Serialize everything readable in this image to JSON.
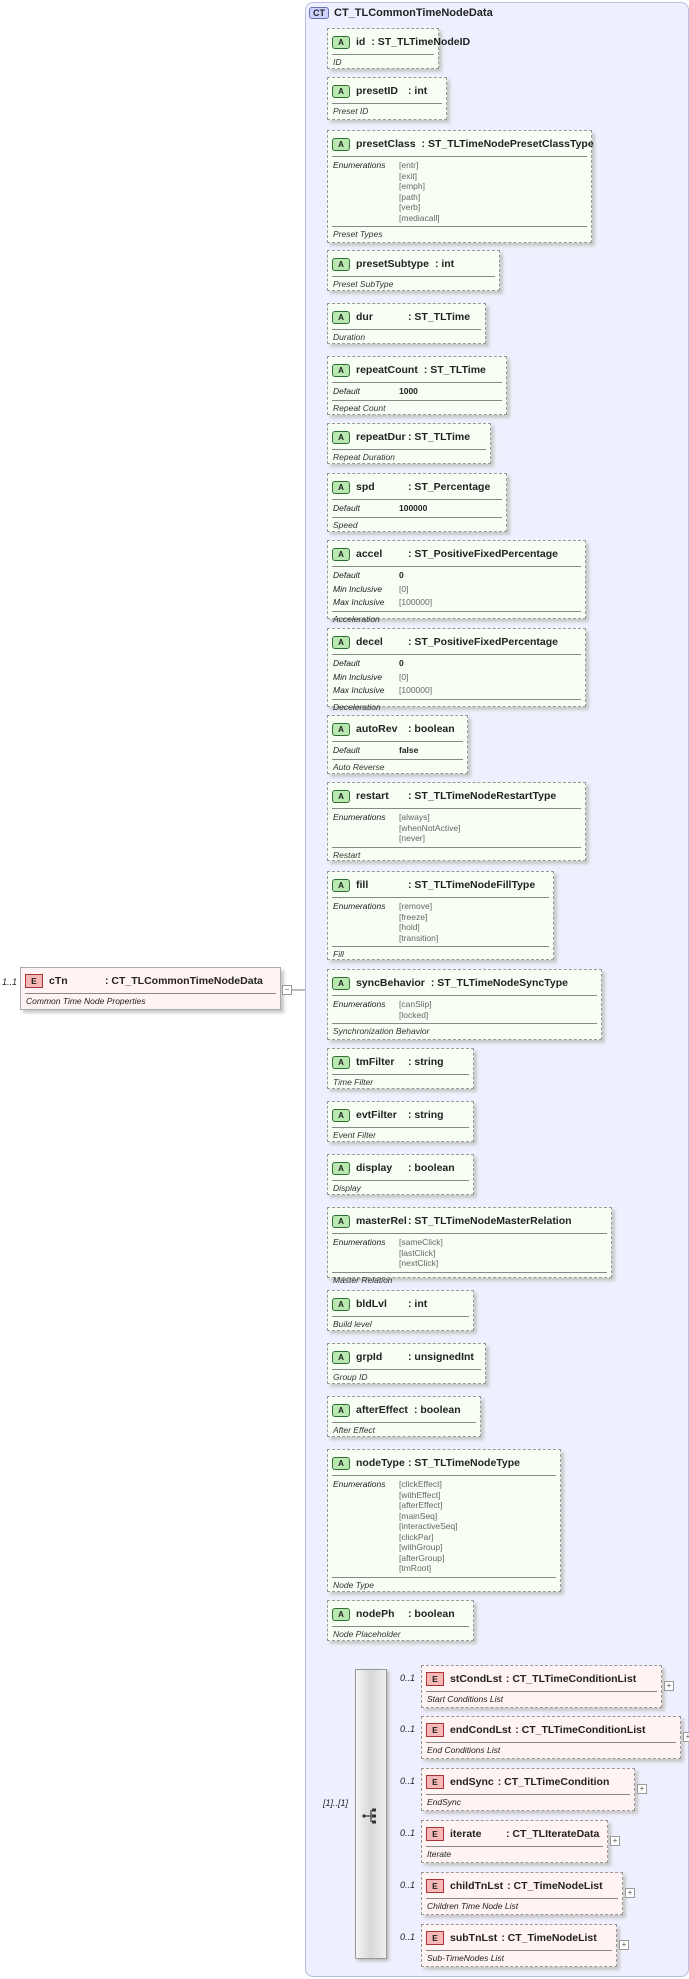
{
  "complex_type": {
    "tag": "CT",
    "name": "CT_TLCommonTimeNodeData"
  },
  "root_element": {
    "tag": "E",
    "cardinality": "1..1",
    "name": "cTn",
    "type": ": CT_TLCommonTimeNodeData",
    "description": "Common Time Node Properties"
  },
  "attributes": [
    {
      "tag": "A",
      "name": "id",
      "type": ": ST_TLTimeNodeID",
      "description": "ID",
      "facets": []
    },
    {
      "tag": "A",
      "name": "presetID",
      "type": ": int",
      "description": "Preset ID",
      "facets": []
    },
    {
      "tag": "A",
      "name": "presetClass",
      "type": ": ST_TLTimeNodePresetClassType",
      "description": "Preset Types",
      "facets": [
        {
          "label": "Enumerations",
          "values": [
            "[entr]",
            "[exit]",
            "[emph]",
            "[path]",
            "[verb]",
            "[mediacall]"
          ]
        }
      ]
    },
    {
      "tag": "A",
      "name": "presetSubtype",
      "type": ": int",
      "description": "Preset SubType",
      "facets": []
    },
    {
      "tag": "A",
      "name": "dur",
      "type": ": ST_TLTime",
      "description": "Duration",
      "facets": []
    },
    {
      "tag": "A",
      "name": "repeatCount",
      "type": ": ST_TLTime",
      "description": "Repeat Count",
      "facets": [
        {
          "label": "Default",
          "values": [
            "1000"
          ],
          "bold": true
        }
      ]
    },
    {
      "tag": "A",
      "name": "repeatDur",
      "type": ": ST_TLTime",
      "description": "Repeat Duration",
      "facets": []
    },
    {
      "tag": "A",
      "name": "spd",
      "type": ": ST_Percentage",
      "description": "Speed",
      "facets": [
        {
          "label": "Default",
          "values": [
            "100000"
          ],
          "bold": true
        }
      ]
    },
    {
      "tag": "A",
      "name": "accel",
      "type": ": ST_PositiveFixedPercentage",
      "description": "Acceleration",
      "facets": [
        {
          "label": "Default",
          "values": [
            "0"
          ],
          "bold": true
        },
        {
          "label": "Min Inclusive",
          "values": [
            "[0]"
          ]
        },
        {
          "label": "Max Inclusive",
          "values": [
            "[100000]"
          ]
        }
      ]
    },
    {
      "tag": "A",
      "name": "decel",
      "type": ": ST_PositiveFixedPercentage",
      "description": "Deceleration",
      "facets": [
        {
          "label": "Default",
          "values": [
            "0"
          ],
          "bold": true
        },
        {
          "label": "Min Inclusive",
          "values": [
            "[0]"
          ]
        },
        {
          "label": "Max Inclusive",
          "values": [
            "[100000]"
          ]
        }
      ]
    },
    {
      "tag": "A",
      "name": "autoRev",
      "type": ": boolean",
      "description": "Auto Reverse",
      "facets": [
        {
          "label": "Default",
          "values": [
            "false"
          ],
          "bold": true
        }
      ]
    },
    {
      "tag": "A",
      "name": "restart",
      "type": ": ST_TLTimeNodeRestartType",
      "description": "Restart",
      "facets": [
        {
          "label": "Enumerations",
          "values": [
            "[always]",
            "[whenNotActive]",
            "[never]"
          ]
        }
      ]
    },
    {
      "tag": "A",
      "name": "fill",
      "type": ": ST_TLTimeNodeFillType",
      "description": "Fill",
      "facets": [
        {
          "label": "Enumerations",
          "values": [
            "[remove]",
            "[freeze]",
            "[hold]",
            "[transition]"
          ]
        }
      ]
    },
    {
      "tag": "A",
      "name": "syncBehavior",
      "type": ": ST_TLTimeNodeSyncType",
      "description": "Synchronization Behavior",
      "facets": [
        {
          "label": "Enumerations",
          "values": [
            "[canSlip]",
            "[locked]"
          ]
        }
      ]
    },
    {
      "tag": "A",
      "name": "tmFilter",
      "type": ": string",
      "description": "Time Filter",
      "facets": []
    },
    {
      "tag": "A",
      "name": "evtFilter",
      "type": ": string",
      "description": "Event Filter",
      "facets": []
    },
    {
      "tag": "A",
      "name": "display",
      "type": ": boolean",
      "description": "Display",
      "facets": []
    },
    {
      "tag": "A",
      "name": "masterRel",
      "type": ": ST_TLTimeNodeMasterRelation",
      "description": "Master Relation",
      "facets": [
        {
          "label": "Enumerations",
          "values": [
            "[sameClick]",
            "[lastClick]",
            "[nextClick]"
          ]
        }
      ]
    },
    {
      "tag": "A",
      "name": "bldLvl",
      "type": ": int",
      "description": "Build level",
      "facets": []
    },
    {
      "tag": "A",
      "name": "grpId",
      "type": ": unsignedInt",
      "description": "Group ID",
      "facets": []
    },
    {
      "tag": "A",
      "name": "afterEffect",
      "type": ": boolean",
      "description": "After Effect",
      "facets": []
    },
    {
      "tag": "A",
      "name": "nodeType",
      "type": ": ST_TLTimeNodeType",
      "description": "Node Type",
      "facets": [
        {
          "label": "Enumerations",
          "values": [
            "[clickEffect]",
            "[withEffect]",
            "[afterEffect]",
            "[mainSeq]",
            "[interactiveSeq]",
            "[clickPar]",
            "[withGroup]",
            "[afterGroup]",
            "[tmRoot]"
          ]
        }
      ]
    },
    {
      "tag": "A",
      "name": "nodePh",
      "type": ": boolean",
      "description": "Node Placeholder",
      "facets": []
    }
  ],
  "sequence_cardinality": "[1]..[1]",
  "child_elements": [
    {
      "tag": "E",
      "cardinality": "0..1",
      "name": "stCondLst",
      "type": ": CT_TLTimeConditionList",
      "description": "Start Conditions List"
    },
    {
      "tag": "E",
      "cardinality": "0..1",
      "name": "endCondLst",
      "type": ": CT_TLTimeConditionList",
      "description": "End Conditions List"
    },
    {
      "tag": "E",
      "cardinality": "0..1",
      "name": "endSync",
      "type": ": CT_TLTimeCondition",
      "description": "EndSync"
    },
    {
      "tag": "E",
      "cardinality": "0..1",
      "name": "iterate",
      "type": ": CT_TLIterateData",
      "description": "Iterate"
    },
    {
      "tag": "E",
      "cardinality": "0..1",
      "name": "childTnLst",
      "type": ": CT_TimeNodeList",
      "description": "Children Time Node List"
    },
    {
      "tag": "E",
      "cardinality": "0..1",
      "name": "subTnLst",
      "type": ": CT_TimeNodeList",
      "description": "Sub-TimeNodes List"
    }
  ],
  "expander_symbol": "+",
  "collapse_symbol": "−"
}
